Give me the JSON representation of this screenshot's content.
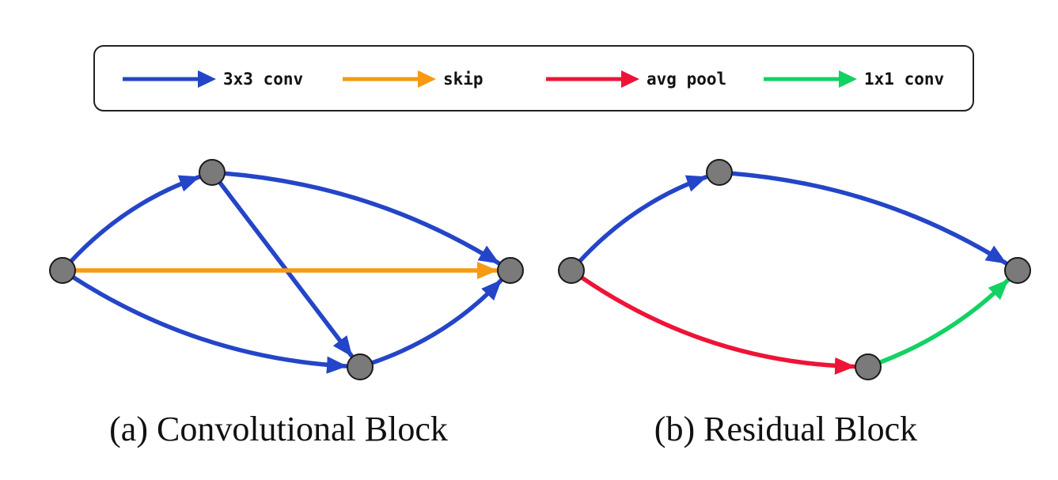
{
  "colors": {
    "conv3x3": "#2445c8",
    "skip": "#f59a12",
    "avg_pool": "#ee1438",
    "conv1x1": "#12d264",
    "node_fill": "#7a7a7a",
    "node_stroke": "#1a1a1a"
  },
  "legend": [
    {
      "op": "conv3x3",
      "label": "3x3 conv"
    },
    {
      "op": "skip",
      "label": "skip"
    },
    {
      "op": "avg_pool",
      "label": "avg pool"
    },
    {
      "op": "conv1x1",
      "label": "1x1 conv"
    }
  ],
  "graphs": [
    {
      "caption": "(a) Convolutional Block",
      "nodes": [
        "n0",
        "n1",
        "n2",
        "n3"
      ],
      "edges": [
        {
          "from": "n0",
          "to": "n1",
          "op": "conv3x3"
        },
        {
          "from": "n1",
          "to": "n3",
          "op": "conv3x3"
        },
        {
          "from": "n1",
          "to": "n2",
          "op": "conv3x3"
        },
        {
          "from": "n0",
          "to": "n2",
          "op": "conv3x3"
        },
        {
          "from": "n2",
          "to": "n3",
          "op": "conv3x3"
        },
        {
          "from": "n0",
          "to": "n3",
          "op": "skip"
        }
      ]
    },
    {
      "caption": "(b) Residual Block",
      "nodes": [
        "n0",
        "n1",
        "n2",
        "n3"
      ],
      "edges": [
        {
          "from": "n0",
          "to": "n1",
          "op": "conv3x3"
        },
        {
          "from": "n1",
          "to": "n3",
          "op": "conv3x3"
        },
        {
          "from": "n0",
          "to": "n2",
          "op": "avg_pool"
        },
        {
          "from": "n2",
          "to": "n3",
          "op": "conv1x1"
        }
      ]
    }
  ]
}
